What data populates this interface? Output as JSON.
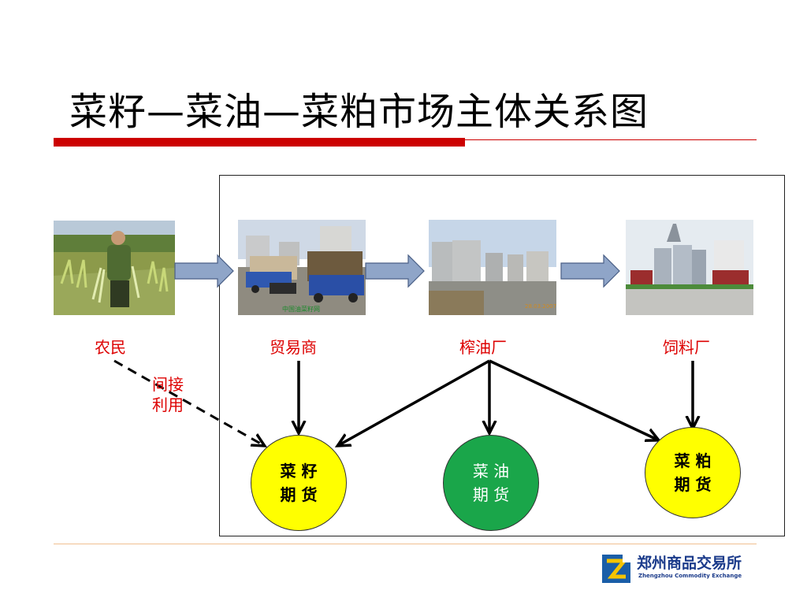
{
  "title": "菜籽—菜油—菜粕市场主体关系图",
  "nodes": {
    "farmer": "农民",
    "trader": "贸易商",
    "oil_mill": "榨油厂",
    "feed_mill": "饲料厂"
  },
  "indirect_label": {
    "line1": "间接",
    "line2": "利用"
  },
  "futures": {
    "rapeseed": {
      "line1": "菜 籽",
      "line2": "期 货",
      "color": "#ffff00"
    },
    "rapeseed_oil": {
      "line1": "菜 油",
      "line2": "期 货",
      "color": "#1aa64a"
    },
    "rapeseed_meal": {
      "line1": "菜 粕",
      "line2": "期 货",
      "color": "#ffff00"
    }
  },
  "photo_overlay": {
    "trader_watermark": "中国油菜籽网",
    "oil_mill_date": "28.03.2007"
  },
  "logo": {
    "chinese": "郑州商品交易所",
    "english": "Zhengzhou Commodity Exchange"
  },
  "colors": {
    "accent_red": "#cc0000",
    "label_red": "#dd0000",
    "arrow_fill": "#8fa5c8",
    "logo_blue": "#1a3a8a"
  }
}
